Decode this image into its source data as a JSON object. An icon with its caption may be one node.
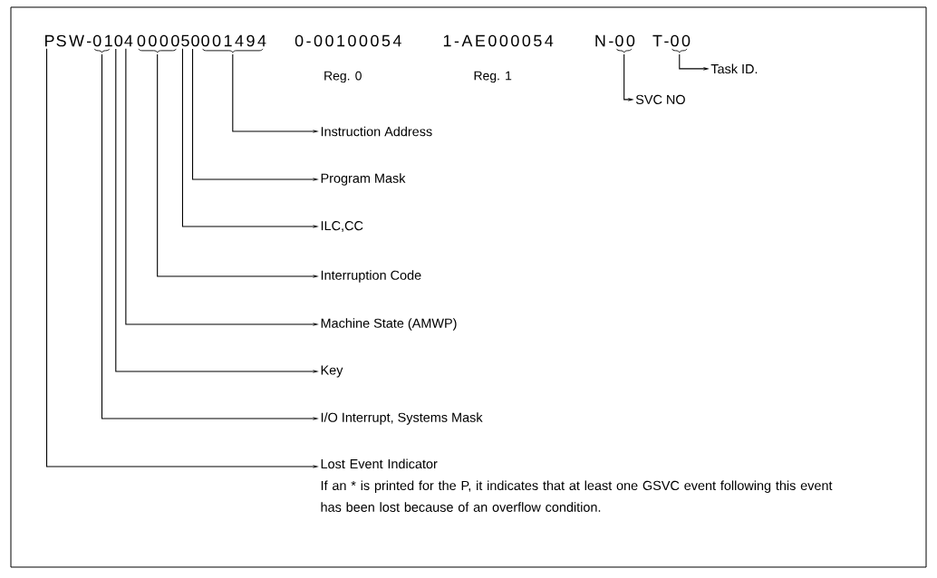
{
  "diagram": {
    "nodes": [
      {
        "text": [
          "P"
        ]
      },
      {
        "text": [
          "01"
        ]
      },
      {
        "text": [
          "0"
        ]
      },
      {
        "text": [
          "4"
        ]
      },
      {
        "text": [
          "0000"
        ]
      },
      {
        "text": [
          "5"
        ]
      },
      {
        "text": [
          "0"
        ]
      },
      {
        "text": [
          "001494"
        ]
      },
      {
        "text": [
          "00"
        ]
      },
      {
        "text": [
          "00"
        ]
      },
      {
        "text": [
          "Task ID."
        ]
      },
      {
        "text": [
          "SVC NO"
        ]
      },
      {
        "text": [
          "Instruction Address"
        ]
      },
      {
        "text": [
          "Program Mask"
        ]
      },
      {
        "text": [
          "ILC,CC"
        ]
      },
      {
        "text": [
          "Interruption Code"
        ]
      },
      {
        "text": [
          "Machine State (AMWP)"
        ]
      },
      {
        "text": [
          "Key"
        ]
      },
      {
        "text": [
          "I/O Interrupt, Systems Mask"
        ]
      },
      {
        "text": [
          "Lost Event Indicator",
          "If an * is printed for the P, it indicates that at least one GSVC event following this event has been lost because of an overflow condition."
        ]
      }
    ],
    "edges": [
      {
        "from": 9,
        "to": 10,
        "arrow": "to"
      },
      {
        "from": 8,
        "to": 11,
        "arrow": "to"
      },
      {
        "from": 7,
        "to": 12,
        "arrow": "to"
      },
      {
        "from": 6,
        "to": 13,
        "arrow": "to"
      },
      {
        "from": 5,
        "to": 14,
        "arrow": "to"
      },
      {
        "from": 4,
        "to": 15,
        "arrow": "to"
      },
      {
        "from": 3,
        "to": 16,
        "arrow": "to"
      },
      {
        "from": 2,
        "to": 17,
        "arrow": "to"
      },
      {
        "from": 1,
        "to": 18,
        "arrow": "to"
      },
      {
        "from": 0,
        "to": 19,
        "arrow": "to"
      }
    ],
    "labels": [
      "SW-",
      "0-00100054",
      "1-AE000054",
      "N-",
      "T-",
      "Reg. 0",
      "Reg. 1"
    ]
  }
}
